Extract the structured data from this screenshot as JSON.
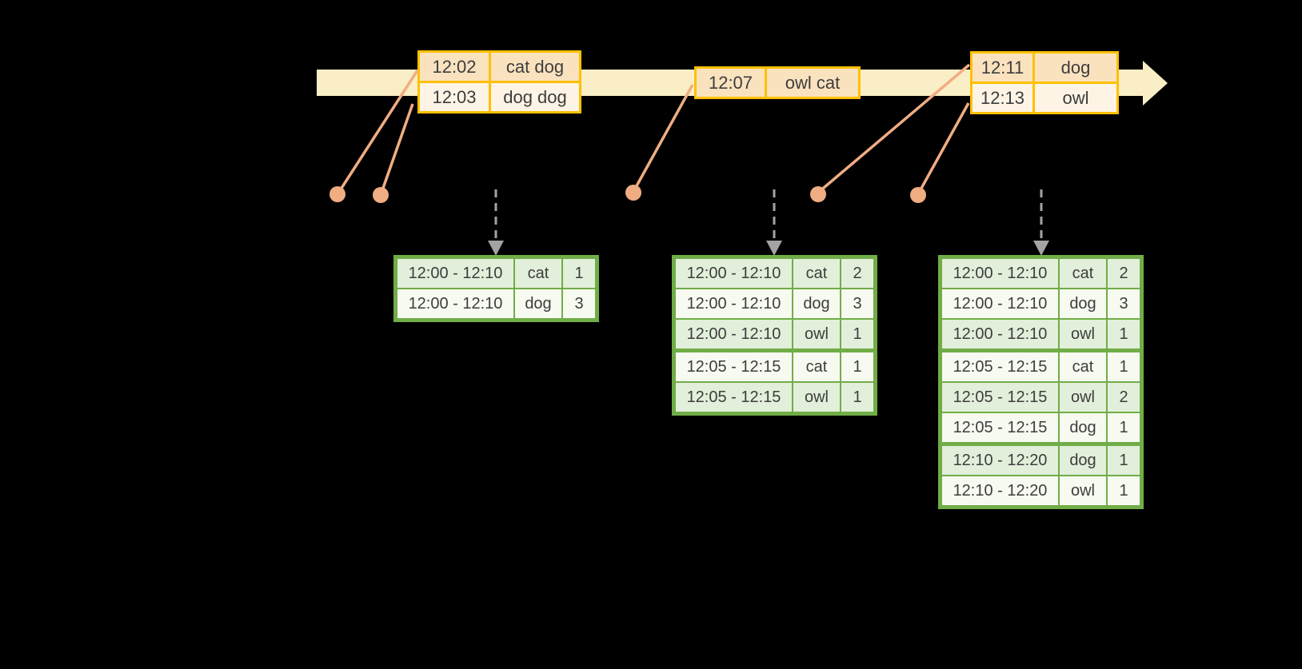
{
  "colors": {
    "timeline-fill": "#FAEEC6",
    "event-border": "#FFC000",
    "event-fill": "#FAE2BF",
    "event-fill-alt": "#FDF4E5",
    "connector": "#F0AD82",
    "result-border": "#70AD47",
    "result-fill": "#E2EFDA",
    "result-fill-alt": "#F7FAF1",
    "arrow-gray": "#A3A3A3",
    "text": "#3D3D3D"
  },
  "event_tables": [
    {
      "rows": [
        {
          "time": "12:02",
          "words": "cat dog"
        },
        {
          "time": "12:03",
          "words": "dog dog"
        }
      ]
    },
    {
      "rows": [
        {
          "time": "12:07",
          "words": "owl cat"
        }
      ]
    },
    {
      "rows": [
        {
          "time": "12:11",
          "words": "dog"
        },
        {
          "time": "12:13",
          "words": "owl"
        }
      ]
    }
  ],
  "result_tables": [
    {
      "rows": [
        {
          "window": "12:00 - 12:10",
          "word": "cat",
          "count": "1"
        },
        {
          "window": "12:00 - 12:10",
          "word": "dog",
          "count": "3"
        }
      ]
    },
    {
      "rows": [
        {
          "window": "12:00 - 12:10",
          "word": "cat",
          "count": "2"
        },
        {
          "window": "12:00 - 12:10",
          "word": "dog",
          "count": "3"
        },
        {
          "window": "12:00 - 12:10",
          "word": "owl",
          "count": "1"
        },
        {
          "window": "12:05 - 12:15",
          "word": "cat",
          "count": "1"
        },
        {
          "window": "12:05 - 12:15",
          "word": "owl",
          "count": "1"
        }
      ]
    },
    {
      "rows": [
        {
          "window": "12:00 - 12:10",
          "word": "cat",
          "count": "2"
        },
        {
          "window": "12:00 - 12:10",
          "word": "dog",
          "count": "3"
        },
        {
          "window": "12:00 - 12:10",
          "word": "owl",
          "count": "1"
        },
        {
          "window": "12:05 - 12:15",
          "word": "cat",
          "count": "1"
        },
        {
          "window": "12:05 - 12:15",
          "word": "owl",
          "count": "2"
        },
        {
          "window": "12:05 - 12:15",
          "word": "dog",
          "count": "1"
        },
        {
          "window": "12:10 - 12:20",
          "word": "dog",
          "count": "1"
        },
        {
          "window": "12:10 - 12:20",
          "word": "owl",
          "count": "1"
        }
      ]
    }
  ]
}
